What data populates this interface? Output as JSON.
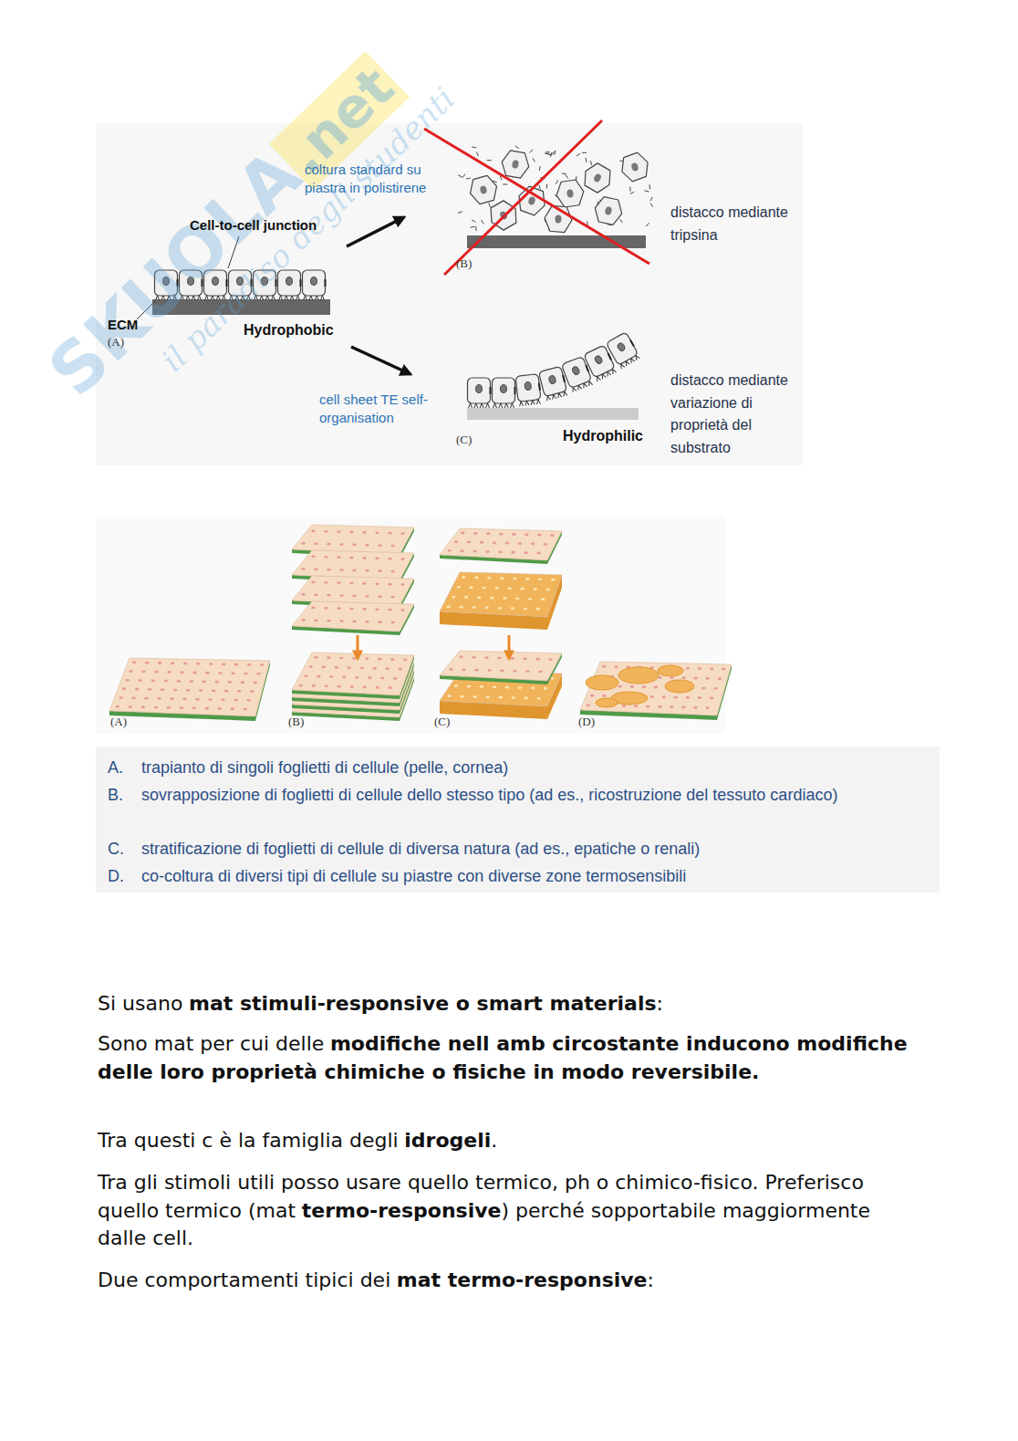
{
  "diagram": {
    "labels": [
      "SKUOLA",
      ".net",
      "il paradiso degli studenti",
      "coltura standard su piastra in polistirene",
      "Cell-to-cell junction",
      "(B)",
      "distacco mediante tripsina",
      "ECM",
      "(A)",
      "Hydrophobic",
      "cell sheet TE self-organisation",
      "(C)",
      "Hydrophilic",
      "distacco mediante variazione di proprietà del substrato",
      "(A)",
      "(B)",
      "(C)",
      "(D)",
      "A.",
      "trapianto di singoli foglietti di cellule (pelle, cornea)",
      "B.",
      "sovrapposizione di foglietti di cellule dello stesso tipo (ad es., ricostruzione del tessuto cardiaco)",
      "C.",
      "stratificazione di foglietti di cellule di diversa natura (ad es., epatiche o renali)",
      "D.",
      "co-coltura di diversi tipi di cellule su piastre con diverse zone termosensibili",
      "Si usano",
      "mat stimuli-responsive o smart materials",
      ":",
      "Sono mat per cui delle",
      "modifiche nell amb circostante inducono modifiche delle loro proprietà chimiche o fisiche in modo reversibile.",
      "Tra questi c è la famiglia degli",
      "idrogeli",
      ".",
      "Tra gli stimoli utili posso usare quello termico, ph o chimico-fisico. Preferisco quello termico (mat",
      "termo-responsive",
      ") perché sopportabile maggiormente dalle cell.",
      "Due comportamenti tipici dei",
      "mat termo-responsive",
      ":"
    ]
  }
}
